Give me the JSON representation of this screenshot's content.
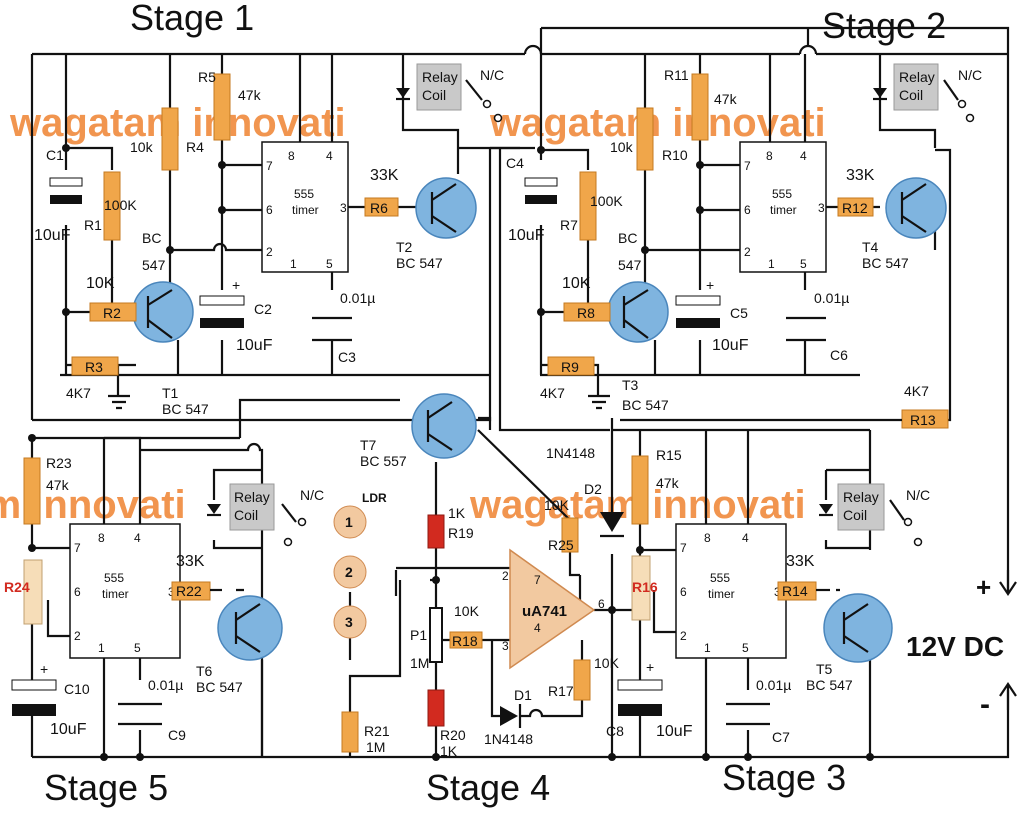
{
  "watermark": "wagatam innovati",
  "stages": {
    "s1": "Stage 1",
    "s2": "Stage 2",
    "s3": "Stage 3",
    "s4": "Stage 4",
    "s5": "Stage 5"
  },
  "power": {
    "label": "12V DC",
    "plus": "+",
    "minus": "-"
  },
  "ic555": {
    "name": "555",
    "sub": "timer",
    "pins": [
      "1",
      "2",
      "3",
      "4",
      "5",
      "6",
      "7",
      "8"
    ]
  },
  "opamp": {
    "name": "uA741",
    "pins": [
      "2",
      "3",
      "4",
      "6",
      "7"
    ]
  },
  "relay": {
    "line1": "Relay",
    "line2": "Coil",
    "contact": "N/C"
  },
  "stage1": {
    "C1": "C1",
    "C1v": "10uF",
    "R1": "R1",
    "R1v": "100K",
    "R4": "R4",
    "R4v": "10k",
    "R5": "R5",
    "R5v": "47k",
    "R2": "R2",
    "R2v": "10K",
    "R3": "R3",
    "R3v": "4K7",
    "T1": "T1",
    "T1v": "BC 547",
    "BC": "BC",
    "547": "547",
    "C2": "C2",
    "C2v": "10uF",
    "C3": "C3",
    "C3v": "0.01µ",
    "R6": "R6",
    "R6v": "33K",
    "T2": "T2",
    "T2v": "BC 547"
  },
  "stage2": {
    "C4": "C4",
    "C4v": "10uF",
    "R7": "R7",
    "R7v": "100K",
    "R10": "R10",
    "R10v": "10k",
    "R11": "R11",
    "R11v": "47k",
    "R8": "R8",
    "R8v": "10K",
    "R9": "R9",
    "R9v": "4K7",
    "T3": "T3",
    "T3v": "BC 547",
    "C5": "C5",
    "C5v": "10uF",
    "C6": "C6",
    "C6v": "0.01µ",
    "R12": "R12",
    "R12v": "33K",
    "T4": "T4",
    "T4v": "BC 547",
    "R13": "R13",
    "R13v": "4K7"
  },
  "stage3": {
    "R15": "R15",
    "R15v": "47k",
    "R16": "R16",
    "C8": "C8",
    "C8v": "10uF",
    "C7": "C7",
    "C7v": "0.01µ",
    "R14": "R14",
    "R14v": "33K",
    "T5": "T5",
    "T5v": "BC 547",
    "D2": "D2",
    "D2v": "1N4148"
  },
  "stage4": {
    "T7": "T7",
    "T7v": "BC 557",
    "LDR": "LDR",
    "ldr1": "1",
    "ldr2": "2",
    "ldr3": "3",
    "R19": "R19",
    "R19v": "1K",
    "R20": "R20",
    "R20v": "1K",
    "P1": "P1",
    "P1v": "1M",
    "R18": "R18",
    "R18v": "10K",
    "R21": "R21",
    "R21v": "1M",
    "R25": "R25",
    "R25v": "10K",
    "R17": "R17",
    "R17v": "10K",
    "D1": "D1",
    "D1v": "1N4148"
  },
  "stage5": {
    "R23": "R23",
    "R23v": "47k",
    "R24": "R24",
    "C10": "C10",
    "C10v": "10uF",
    "C9": "C9",
    "C9v": "0.01µ",
    "R22": "R22",
    "R22v": "33K",
    "T6": "T6",
    "T6v": "BC 547"
  }
}
